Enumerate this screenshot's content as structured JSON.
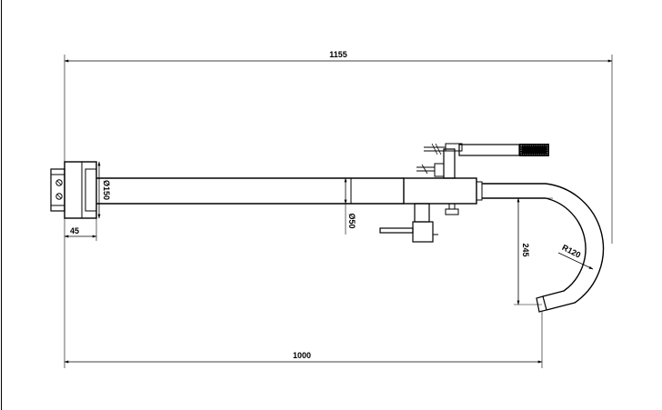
{
  "dimensions": {
    "overall_length": "1155",
    "spout_reach": "1000",
    "flange_depth": "45",
    "flange_diameter": "Ø150",
    "arm_diameter": "Ø50",
    "vertical_drop": "245",
    "bend_radius": "R120"
  }
}
